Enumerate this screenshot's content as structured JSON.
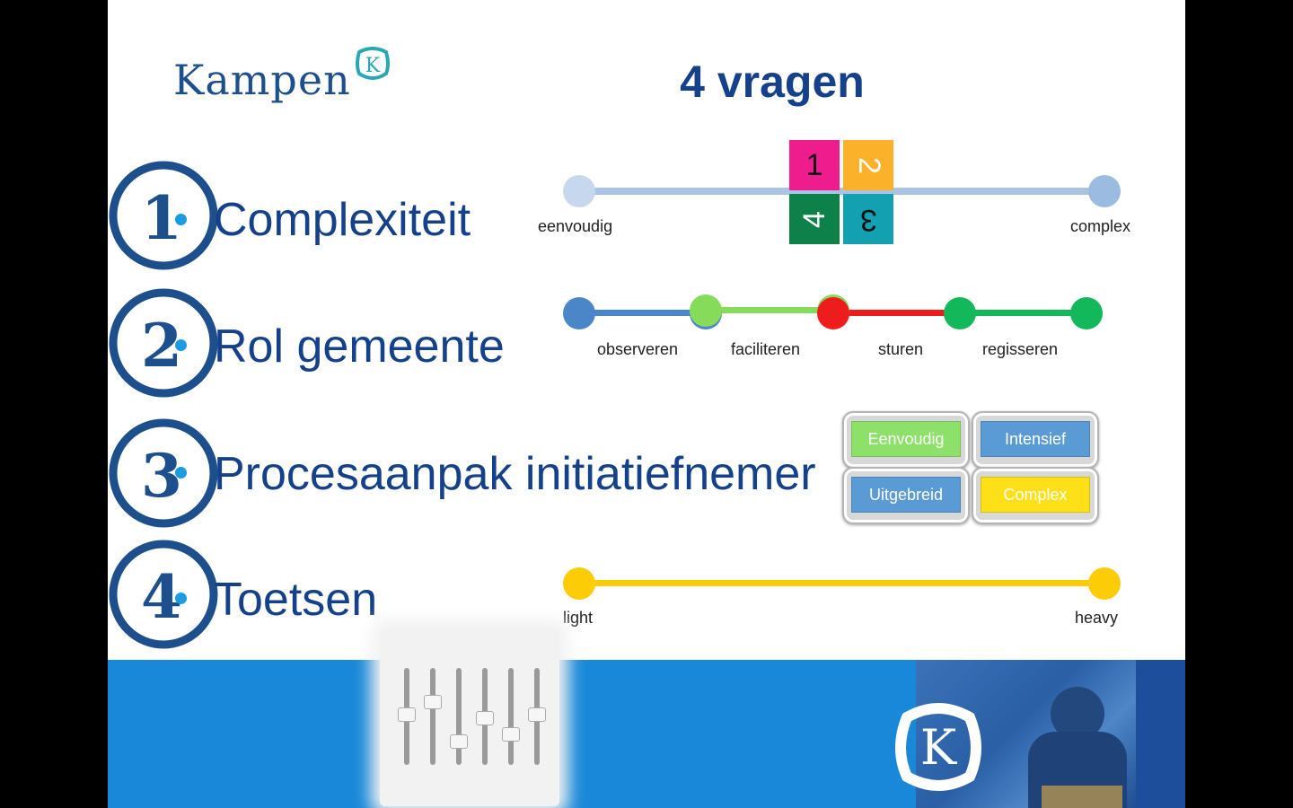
{
  "logo": {
    "text": "Kampen",
    "badge": "K"
  },
  "title": "4 vragen",
  "questions": [
    {
      "number": "1",
      "label": "Complexiteit"
    },
    {
      "number": "2",
      "label": "Rol gemeente"
    },
    {
      "number": "3",
      "label": "Procesaanpak initiatiefnemer"
    },
    {
      "number": "4",
      "label": "Toetsen"
    }
  ],
  "complexity": {
    "left_label": "eenvoudig",
    "right_label": "complex",
    "tiles": [
      {
        "text": "1",
        "color": "#ee1c8d"
      },
      {
        "text": "2",
        "color": "#fbb22a"
      },
      {
        "text": "4",
        "color": "#0e8049"
      },
      {
        "text": "3",
        "color": "#13a1b1"
      }
    ],
    "line_color": "#a9c4e2"
  },
  "role": {
    "labels": [
      "observeren",
      "faciliteren",
      "sturen",
      "regisseren"
    ],
    "colors": {
      "blue": "#4a86c8",
      "lightgreen": "#86dc5a",
      "red": "#ee1c1c",
      "green": "#12b859"
    }
  },
  "process": {
    "buttons": [
      {
        "label": "Eenvoudig",
        "color": "#8de06a"
      },
      {
        "label": "Intensief",
        "color": "#5b9bd5"
      },
      {
        "label": "Uitgebreid",
        "color": "#5b9bd5"
      },
      {
        "label": "Complex",
        "color": "#fde017"
      }
    ]
  },
  "testing": {
    "left_label": "light",
    "right_label": "heavy",
    "color": "#fccc06"
  },
  "footer": {
    "color": "#1a88d8",
    "badge": "K"
  }
}
